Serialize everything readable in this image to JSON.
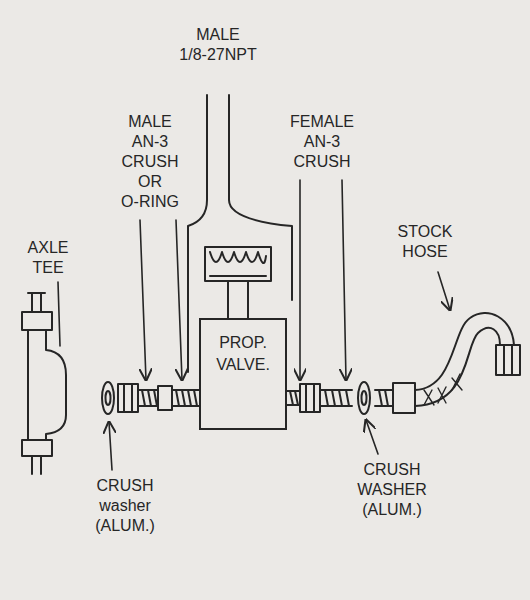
{
  "diagram": {
    "nodes": [
      {
        "text": [
          "PROP. VALVE."
        ]
      }
    ],
    "labels": [
      "MALE 1/8-27NPT",
      "MALE AN-3 CRUSH OR O-RING",
      "FEMALE AN-3 CRUSH",
      "STOCK HOSE",
      "AXLE TEE",
      "CRUSH washer (ALUM.)",
      "CRUSH WASHER (ALUM.)"
    ]
  }
}
